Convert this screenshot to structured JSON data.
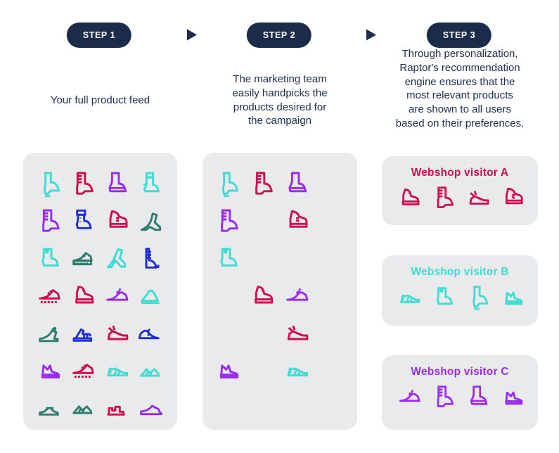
{
  "palette": {
    "navy": "#1b2b49",
    "text": "#20304f",
    "panel_bg": "#e9eaec",
    "white": "#ffffff",
    "teal": "#3edcd2",
    "red": "#d10a50",
    "purple": "#9b2bf0",
    "blue": "#1f2fd8",
    "green": "#2f7d6f"
  },
  "steps": [
    {
      "badge": "STEP 1",
      "caption": "Your full product feed"
    },
    {
      "badge": "STEP 2",
      "caption": "The marketing team\neasily handpicks the\nproducts desired for\nthe campaign"
    },
    {
      "badge": "STEP 3",
      "caption": "Through personalization,\nRaptor's recommendation\nengine ensures that the\nmost relevant products\nare shown to all users\nbased on their preferences."
    }
  ],
  "step1_grid": [
    [
      "heeled-boot:teal",
      "lace-boot:red",
      "boot:purple",
      "cowboy-boot:teal"
    ],
    [
      "lace-boot:purple",
      "winter-boot:blue",
      "high-top:red",
      "high-heel:green"
    ],
    [
      "chelsea-boot:teal",
      "platform-shoe:green",
      "heel-sandal:teal",
      "strappy-heel:blue"
    ],
    [
      "cleat:red",
      "ankle-sneaker:red",
      "oxford:purple",
      "mule:teal"
    ],
    [
      "flat-shoe:green",
      "sandal:blue",
      "sneaker:red",
      "loafer:blue"
    ],
    [
      "chunky-sneaker:purple",
      "cleat-low:red",
      "striped-sneaker:teal",
      "sport-sandal:teal"
    ],
    [
      "slide:green",
      "toe-sandal:green",
      "platform-sandal:red",
      "slip-on:purple"
    ]
  ],
  "step2_grid": [
    [
      "heeled-boot:teal",
      "lace-boot:red",
      "boot:purple",
      null
    ],
    [
      "lace-boot:purple",
      null,
      "high-top:red",
      null
    ],
    [
      "chelsea-boot:teal",
      null,
      null,
      null
    ],
    [
      null,
      "ankle-sneaker:red",
      "oxford:purple",
      null
    ],
    [
      null,
      null,
      "sneaker:red",
      null
    ],
    [
      "chunky-sneaker:purple",
      null,
      "striped-sneaker:teal",
      null
    ],
    [
      null,
      null,
      null,
      null
    ]
  ],
  "visitors": [
    {
      "title": "Webshop visitor A",
      "color": "red",
      "icons": [
        "ankle-sneaker",
        "lace-boot",
        "sneaker",
        "high-top"
      ]
    },
    {
      "title": "Webshop visitor B",
      "color": "teal",
      "icons": [
        "striped-sneaker",
        "chelsea-boot",
        "heeled-boot",
        "chunky-sneaker"
      ]
    },
    {
      "title": "Webshop visitor C",
      "color": "purple",
      "icons": [
        "oxford",
        "lace-boot",
        "boot",
        "chunky-sneaker"
      ]
    }
  ]
}
